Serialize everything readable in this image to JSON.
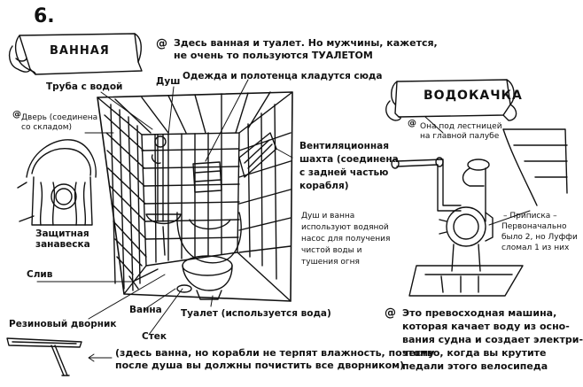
{
  "page": {
    "number": "6.",
    "bathroom_title": "ВАННАЯ",
    "pump_title": "ВОДОКАЧКА"
  },
  "bathroom": {
    "intro_line1": "Здесь ванная и туалет. Но мужчины, кажется,",
    "intro_line2": "не очень то пользуются ТУАЛЕТОМ",
    "pipe_label": "Труба с водой",
    "shower_label": "Душ",
    "clothes_label": "Одежда и полотенца кладутся сюда",
    "door_line1": "Дверь (соединена",
    "door_line2": "со складом)",
    "curtain_line1": "Защитная",
    "curtain_line2": "занавеска",
    "vent_line1": "Вентиляционная",
    "vent_line2": "шахта (соединена",
    "vent_line3": "с задней частью",
    "vent_line4": "корабля)",
    "note_line1": "Душ и ванна",
    "note_line2": "используют водяной",
    "note_line3": "насос для получения",
    "note_line4": "чистой воды и",
    "note_line5": "тушения огня",
    "drain_label": "Слив",
    "bath_label": "Ванна",
    "squeegee_label": "Резиновый дворник",
    "toilet_label": "Туалет (используется вода)",
    "stack_label": "Стек",
    "footer_line1": "(здесь ванна, но корабли не терпят влажность, поэтому",
    "footer_line2": "после душа вы должны почистить все дворником)"
  },
  "pump": {
    "location_line1": "Она под лестницей",
    "location_line2": "на главной палубе",
    "postscript_line1": "– Приписка –",
    "postscript_line2": "Первоначально",
    "postscript_line3": "было 2, но Луффи",
    "postscript_line4": "сломал 1 из них",
    "desc_line1": "Это превосходная машина,",
    "desc_line2": "которая качает воду из осно-",
    "desc_line3": "вания судна и создает электри-",
    "desc_line4": "чество, когда вы крутите",
    "desc_line5": "педали этого велосипеда"
  },
  "icons": [
    "spiral-bullet-icon",
    "scroll-banner-icon",
    "squeegee-icon",
    "pump-bicycle-icon"
  ]
}
